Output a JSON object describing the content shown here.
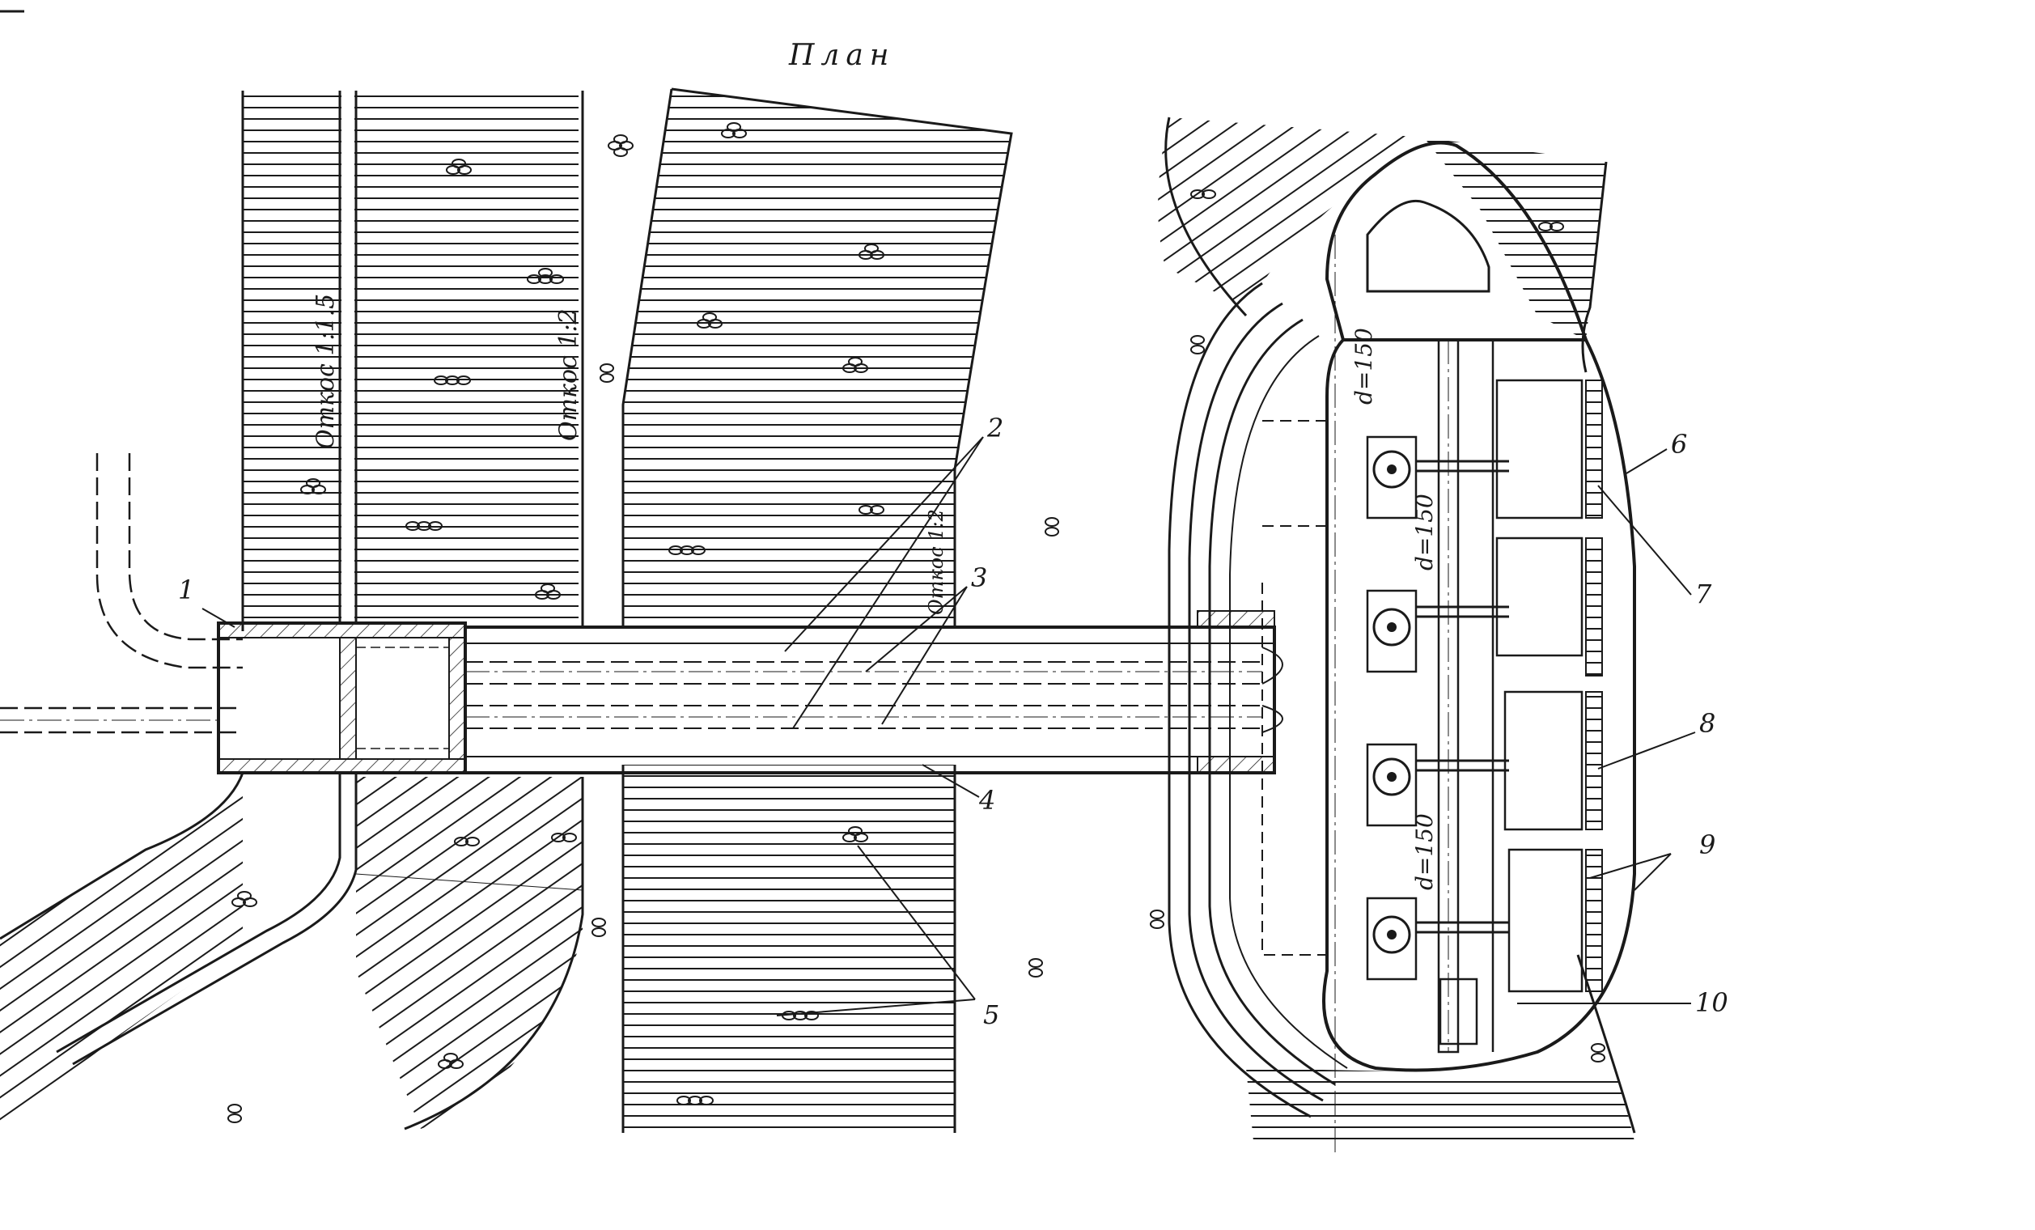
{
  "title": "План",
  "slopes": {
    "left_label": "Откос 1:1.5",
    "middle_label": "Откос 1:2",
    "bank_label": "Откос 1:2"
  },
  "pipe_labels": {
    "top": "d=150",
    "middle": "d=150",
    "bottom": "d=150"
  },
  "callouts": [
    "1",
    "2",
    "3",
    "4",
    "5",
    "6",
    "7",
    "8",
    "9",
    "10"
  ]
}
